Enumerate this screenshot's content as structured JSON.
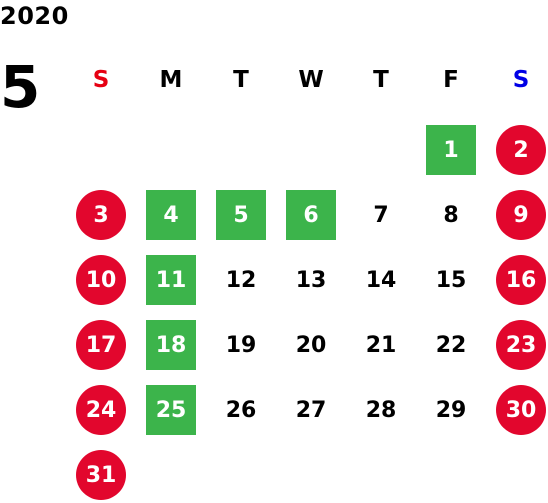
{
  "year": "2020",
  "month": "5",
  "colors": {
    "sunday": "#e60012",
    "saturday": "#0000e6",
    "holiday_circle": "#e2062d",
    "special_square": "#3cb44b",
    "text": "#000000"
  },
  "weekdays": [
    {
      "label": "S",
      "kind": "sunday"
    },
    {
      "label": "M",
      "kind": "weekday"
    },
    {
      "label": "T",
      "kind": "weekday"
    },
    {
      "label": "W",
      "kind": "weekday"
    },
    {
      "label": "T",
      "kind": "weekday"
    },
    {
      "label": "F",
      "kind": "weekday"
    },
    {
      "label": "S",
      "kind": "saturday"
    }
  ],
  "weeks": [
    [
      null,
      null,
      null,
      null,
      null,
      {
        "day": "1",
        "style": "special"
      },
      {
        "day": "2",
        "style": "holiday"
      }
    ],
    [
      {
        "day": "3",
        "style": "holiday"
      },
      {
        "day": "4",
        "style": "special"
      },
      {
        "day": "5",
        "style": "special"
      },
      {
        "day": "6",
        "style": "special"
      },
      {
        "day": "7",
        "style": "normal"
      },
      {
        "day": "8",
        "style": "normal"
      },
      {
        "day": "9",
        "style": "holiday"
      }
    ],
    [
      {
        "day": "10",
        "style": "holiday"
      },
      {
        "day": "11",
        "style": "special"
      },
      {
        "day": "12",
        "style": "normal"
      },
      {
        "day": "13",
        "style": "normal"
      },
      {
        "day": "14",
        "style": "normal"
      },
      {
        "day": "15",
        "style": "normal"
      },
      {
        "day": "16",
        "style": "holiday"
      }
    ],
    [
      {
        "day": "17",
        "style": "holiday"
      },
      {
        "day": "18",
        "style": "special"
      },
      {
        "day": "19",
        "style": "normal"
      },
      {
        "day": "20",
        "style": "normal"
      },
      {
        "day": "21",
        "style": "normal"
      },
      {
        "day": "22",
        "style": "normal"
      },
      {
        "day": "23",
        "style": "holiday"
      }
    ],
    [
      {
        "day": "24",
        "style": "holiday"
      },
      {
        "day": "25",
        "style": "special"
      },
      {
        "day": "26",
        "style": "normal"
      },
      {
        "day": "27",
        "style": "normal"
      },
      {
        "day": "28",
        "style": "normal"
      },
      {
        "day": "29",
        "style": "normal"
      },
      {
        "day": "30",
        "style": "holiday"
      }
    ],
    [
      {
        "day": "31",
        "style": "holiday"
      },
      null,
      null,
      null,
      null,
      null,
      null
    ]
  ]
}
